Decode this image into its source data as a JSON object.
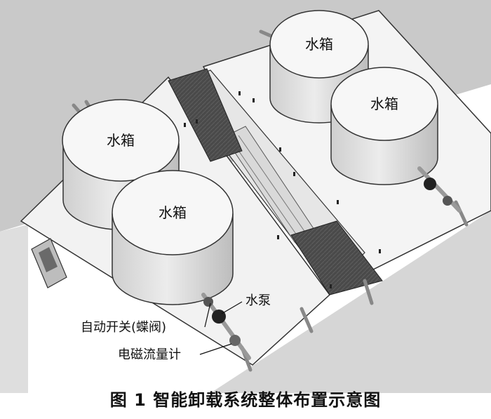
{
  "tanks": [
    {
      "label": "水箱"
    },
    {
      "label": "水箱"
    },
    {
      "label": "水箱"
    },
    {
      "label": "水箱"
    }
  ],
  "callouts": {
    "pump": "水泵",
    "valve": "自动开关(蝶阀)",
    "flowmeter": "电磁流量计"
  },
  "caption": "图 1   智能卸载系统整体布置示意图"
}
